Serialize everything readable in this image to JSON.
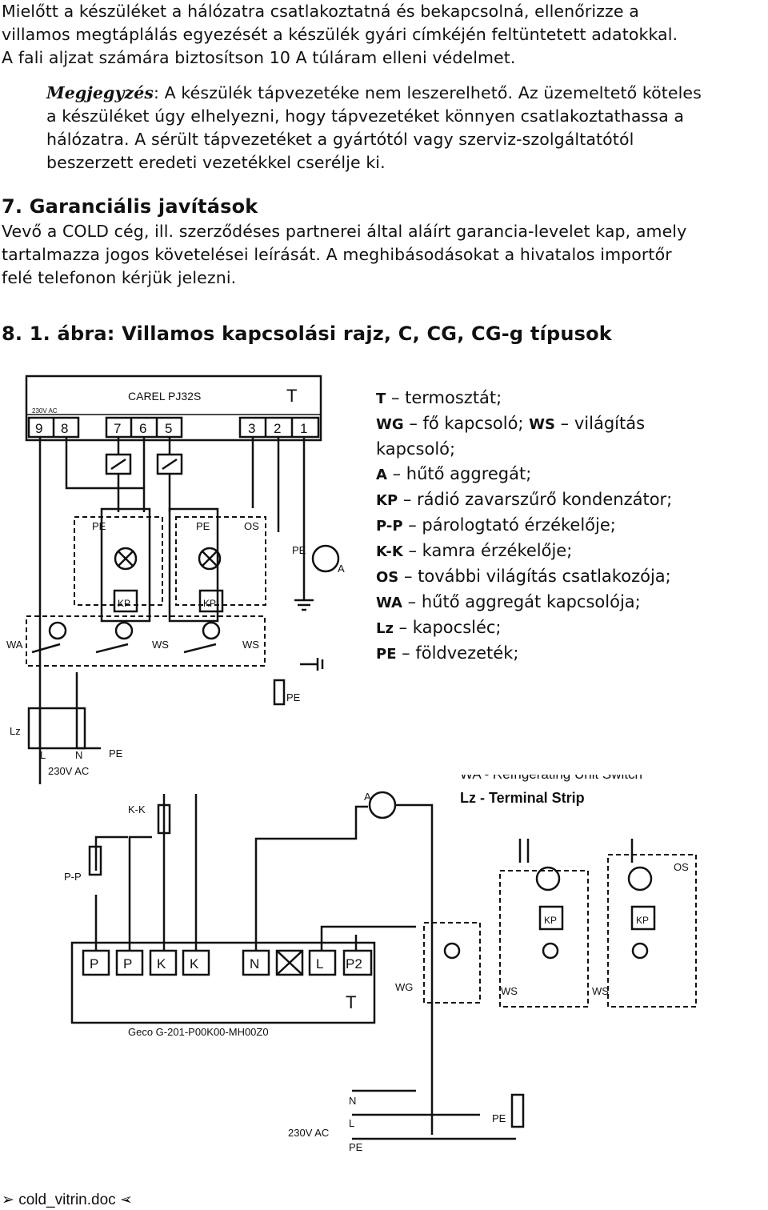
{
  "intro": {
    "line1": "Mielőtt a készüléket a hálózatra csatlakoztatná és bekapcsolná, ellenőrizze a",
    "line2": "villamos megtáplálás egyezését a készülék gyári címkéjén feltüntetett adatokkal.",
    "line3": "A fali aljzat számára biztosítson 10 A túláram elleni védelmet."
  },
  "note": {
    "label": "Megjegyzés",
    "line1": ": A készülék tápvezetéke nem leszerelhető. Az üzemeltető köteles",
    "line2": "a készüléket úgy elhelyezni, hogy tápvezetéket könnyen csatlakoztathassa a",
    "line3": "hálózatra. A sérült tápvezetéket a gyártótól vagy szerviz-szolgáltatótól",
    "line4": "beszerzett eredeti vezetékkel cserélje ki."
  },
  "section7": {
    "heading": "7.   Garanciális javítások",
    "line1": "Vevő a COLD cég, ill. szerződéses partnerei által aláírt garancia-levelet kap, amely",
    "line2": "tartalmazza jogos követelései leírását. A meghibásodásokat a hivatalos importőr",
    "line3": "felé telefonon kérjük jelezni."
  },
  "section8": {
    "heading": "8.     1. ábra: Villamos kapcsolási rajz, C, CG, CG-g típusok"
  },
  "legend": [
    {
      "code": "T",
      "text": " – termosztát;"
    },
    {
      "code": "WG",
      "text": " – fő kapcsoló; "
    },
    {
      "code": "WS",
      "text": " – világítás"
    },
    {
      "code": "",
      "text": "kapcsoló;"
    },
    {
      "code": "A",
      "text": " – hűtő aggregát;"
    },
    {
      "code": "KP",
      "text": " – rádió zavarszűrő kondenzátor;"
    },
    {
      "code": "P-P",
      "text": " – párologtató érzékelője;"
    },
    {
      "code": "K-K",
      "text": " – kamra érzékelője;"
    },
    {
      "code": "OS",
      "text": " – további világítás csatlakozója;"
    },
    {
      "code": "WA",
      "text": " – hűtő aggregát kapcsolója;"
    },
    {
      "code": "Lz",
      "text": " – kapocsléc;"
    },
    {
      "code": "PE",
      "text": " – földvezeték;"
    }
  ],
  "diagram1": {
    "controller": "CAREL  PJ32S",
    "voltage_small": "230V AC",
    "t": "T",
    "terminals": [
      "9",
      "8",
      "7",
      "6",
      "5",
      "3",
      "2",
      "1"
    ],
    "pe": "PE",
    "os": "OS",
    "a": "A",
    "kp": "KP",
    "wa": "WA",
    "ws": "WS",
    "lz": "Lz",
    "l": "L",
    "n": "N",
    "voltage": "230V AC"
  },
  "diagram2": {
    "top_cut": "WA - Refrigerating Unit Switch",
    "lz_label": "Lz - Terminal Strip",
    "controller": "Geco G-201-P00K00-MH00Z0",
    "terminals": [
      "P",
      "P",
      "K",
      "K",
      "N",
      "",
      "L",
      "P2"
    ],
    "t": "T",
    "kk": "K-K",
    "pp": "P-P",
    "a": "A",
    "os": "OS",
    "kp": "KP",
    "wg": "WG",
    "ws": "WS",
    "n": "N",
    "l": "L",
    "voltage": "230V AC",
    "pe": "PE"
  },
  "footer": {
    "arrow_left": "➢",
    "text": " cold_vitrin.doc ",
    "arrow_right": "➢"
  }
}
